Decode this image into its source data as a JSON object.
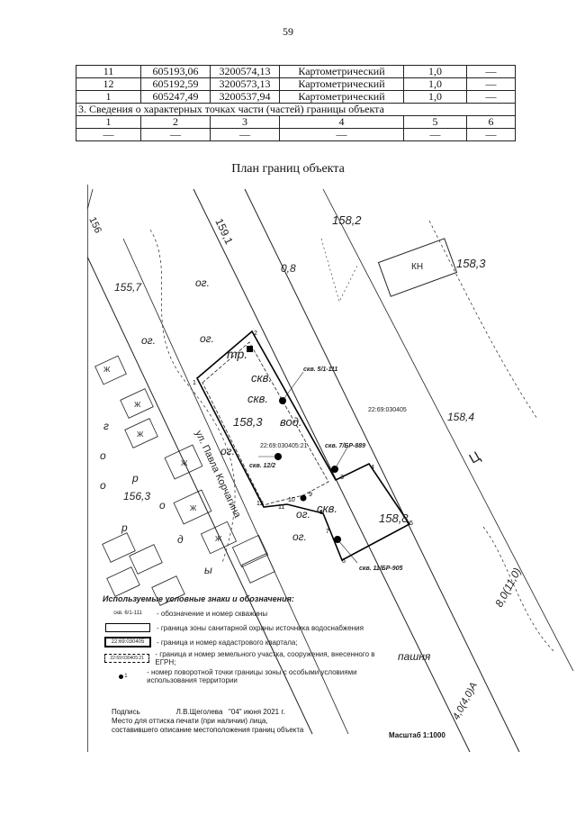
{
  "page_number": "59",
  "table": {
    "rows": [
      [
        "11",
        "605193,06",
        "3200574,13",
        "Картометрический",
        "1,0",
        "—"
      ],
      [
        "12",
        "605192,59",
        "3200573,13",
        "Картометрический",
        "1,0",
        "—"
      ],
      [
        "1",
        "605247,49",
        "3200537,94",
        "Картометрический",
        "1,0",
        "—"
      ]
    ],
    "section_title": "3. Сведения о характерных точках части (частей) границы объекта",
    "header": [
      "1",
      "2",
      "3",
      "4",
      "5",
      "6"
    ],
    "empty_row": [
      "—",
      "—",
      "—",
      "—",
      "—",
      "—"
    ]
  },
  "plan_title": "План границ объекта",
  "map_labels": {
    "elev_156": "156",
    "elev_159_1": "159,1",
    "elev_158_2": "158,2",
    "elev_158_3_top": "158,3",
    "kn": "КН",
    "val_0_8": "0,8",
    "elev_155_7": "155,7",
    "og_1": "ог.",
    "og_2": "ог.",
    "og_3": "ог.",
    "og_4": "ог.",
    "og_5": "ог.",
    "og_6": "ог.",
    "tr": "тр.",
    "skv_1": "скв.",
    "skv_2": "скв.",
    "skv_3": "скв.",
    "vod": "вод.",
    "elev_158_3": "158,3",
    "elev_158_4": "158,4",
    "elev_158_8": "158,8",
    "elev_156_3": "156,3",
    "quarter": "22:69:030405",
    "parcel": "22:69:030405:21",
    "well_1": "скв. 5/1-111",
    "well_2": "скв. 7/БР-889",
    "well_3": "скв. 12/2",
    "well_4": "скв. 11/БР-905",
    "street": "ул. Павла Корчагина",
    "road_label": "8,0(11,0)",
    "road_label_2": "4,0(4,0)А",
    "letter_ts": "Ц",
    "pashnya": "пашня",
    "zh": "Ж",
    "g": "г",
    "o": "о",
    "r": "р",
    "d": "д",
    "y": "ы"
  },
  "points": {
    "p1": "1",
    "p2": "2",
    "p3": "3",
    "p4": "4",
    "p5": "5",
    "p6": "6",
    "p7": "7",
    "p8": "8",
    "p9": "9",
    "p10": "10",
    "p11": "11",
    "p12": "12"
  },
  "legend": {
    "title": "Используемые условные знаки и обозначения:",
    "items": [
      {
        "symbol": "скв. 6/1-111",
        "text": "- обозначение и номер скважины"
      },
      {
        "symbol": "",
        "text": "- граница зоны санитарной охраны источника водоснабжения"
      },
      {
        "symbol": "22:69:030405",
        "text": "- граница и номер кадастрового квартала;"
      },
      {
        "symbol": "22:69:030405:21",
        "text": "- граница и номер земельного участка, сооружения, внесенного в ЕГРН;"
      },
      {
        "symbol": "1",
        "text": "- номер поворотной точки границы зоны с особыми условиями использования территории"
      }
    ]
  },
  "signature": {
    "line1": "Подпись                  Л.В.Щеголева   \"04\" июня 2021 г.",
    "line2": "Место для оттиска печати (при наличии) лица,",
    "line3": "составившего описание местоположения границ объекта"
  },
  "scale": "Масштаб 1:1000",
  "colors": {
    "ink": "#111111",
    "paper": "#ffffff"
  }
}
